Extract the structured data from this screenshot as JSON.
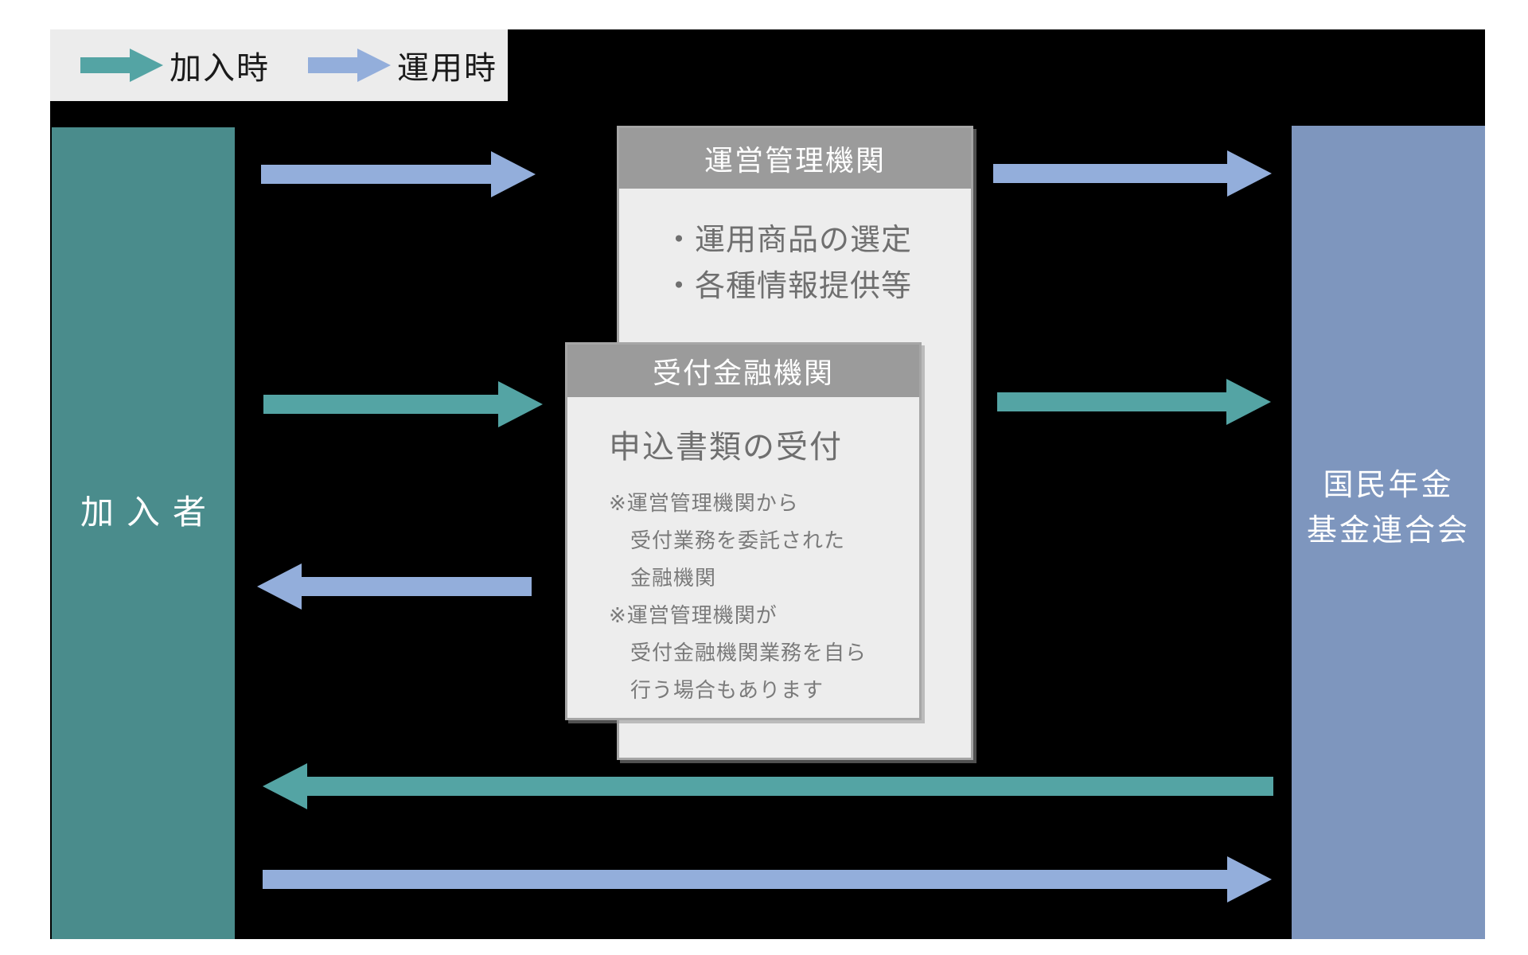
{
  "legend": {
    "items": [
      {
        "label": "加入時",
        "color_key": "teal"
      },
      {
        "label": "運用時",
        "color_key": "blue"
      }
    ]
  },
  "boxes": {
    "participant": {
      "label": "加入者"
    },
    "npfa": {
      "line1": "国民年金",
      "line2": "基金連合会"
    },
    "admin": {
      "title": "運営管理機関",
      "bullets": [
        "・運用商品の選定",
        "・各種情報提供等"
      ]
    },
    "reception": {
      "title": "受付金融機関",
      "heading": "申込書類の受付",
      "notes": [
        "※運営管理機関から",
        "受付業務を委託された",
        "金融機関",
        "※運営管理機関が",
        "受付金融機関業務を自ら",
        "行う場合もあります"
      ]
    }
  },
  "colors": {
    "teal": "#54A4A4",
    "blue": "#93AEDB",
    "teal_box": "#4A8C8C",
    "blue_box": "#7E96BE",
    "header_gray": "#9B9B9B",
    "panel_gray": "#EDEDED",
    "panel_border": "#A6A6A6",
    "legend_bg": "#ECECEC",
    "legend_text": "#1A1A1A",
    "canvas_bg": "#000000",
    "text_dark": "#6F6F6F",
    "text_note": "#7A7A7A"
  }
}
